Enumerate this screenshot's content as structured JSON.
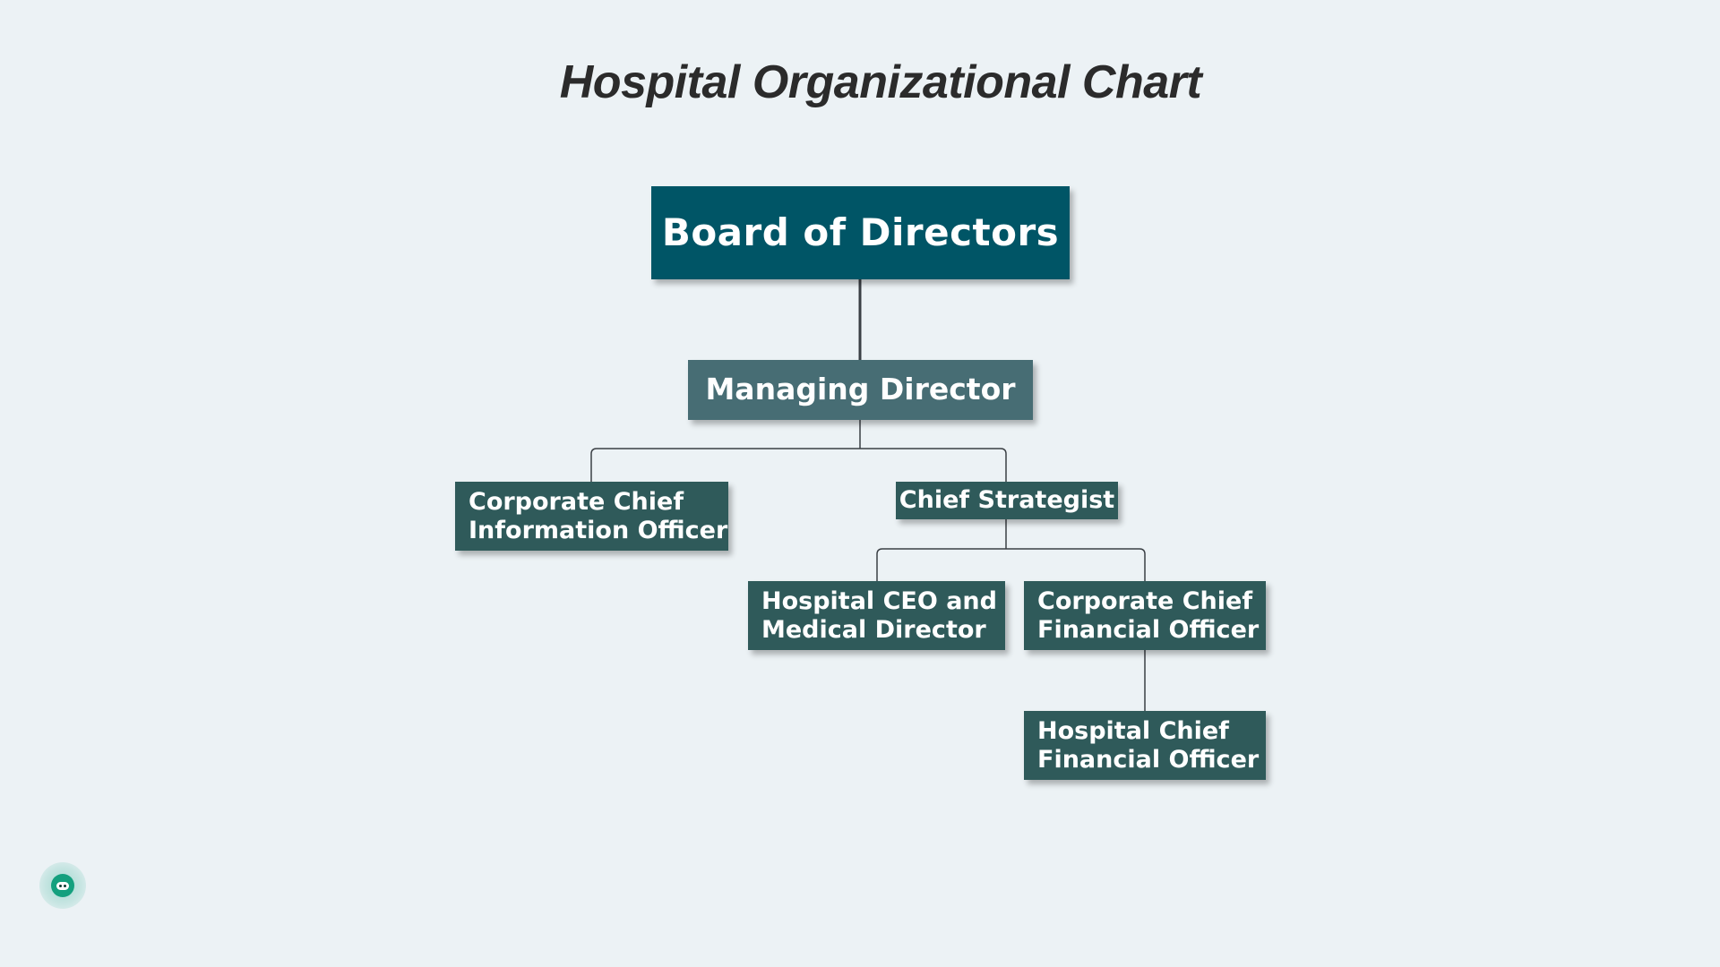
{
  "title": "Hospital Organizational Chart",
  "colors": {
    "background": "#ecf2f5",
    "board": "#005566",
    "managing_director": "#476d74",
    "node": "#2f5a5a",
    "connector": "#3a3f44",
    "title_text": "#2b2b2b"
  },
  "org": {
    "board": {
      "label": "Board of Directors"
    },
    "managing_director": {
      "label": "Managing Director",
      "reports_to": "Board of Directors"
    },
    "ccio": {
      "line1": "Corporate Chief",
      "line2": "Information Officer",
      "reports_to": "Managing Director"
    },
    "chief_strategist": {
      "label": "Chief Strategist",
      "reports_to": "Managing Director"
    },
    "hospital_ceo": {
      "line1": "Hospital CEO and",
      "line2": "Medical Director",
      "reports_to": "Chief Strategist"
    },
    "ccfo": {
      "line1": "Corporate Chief",
      "line2": "Financial Officer",
      "reports_to": "Chief Strategist"
    },
    "hcfo": {
      "line1": "Hospital Chief",
      "line2": "Financial Officer",
      "reports_to": "Corporate Chief Financial Officer"
    }
  },
  "assistant_button": {
    "icon": "bot-icon"
  }
}
